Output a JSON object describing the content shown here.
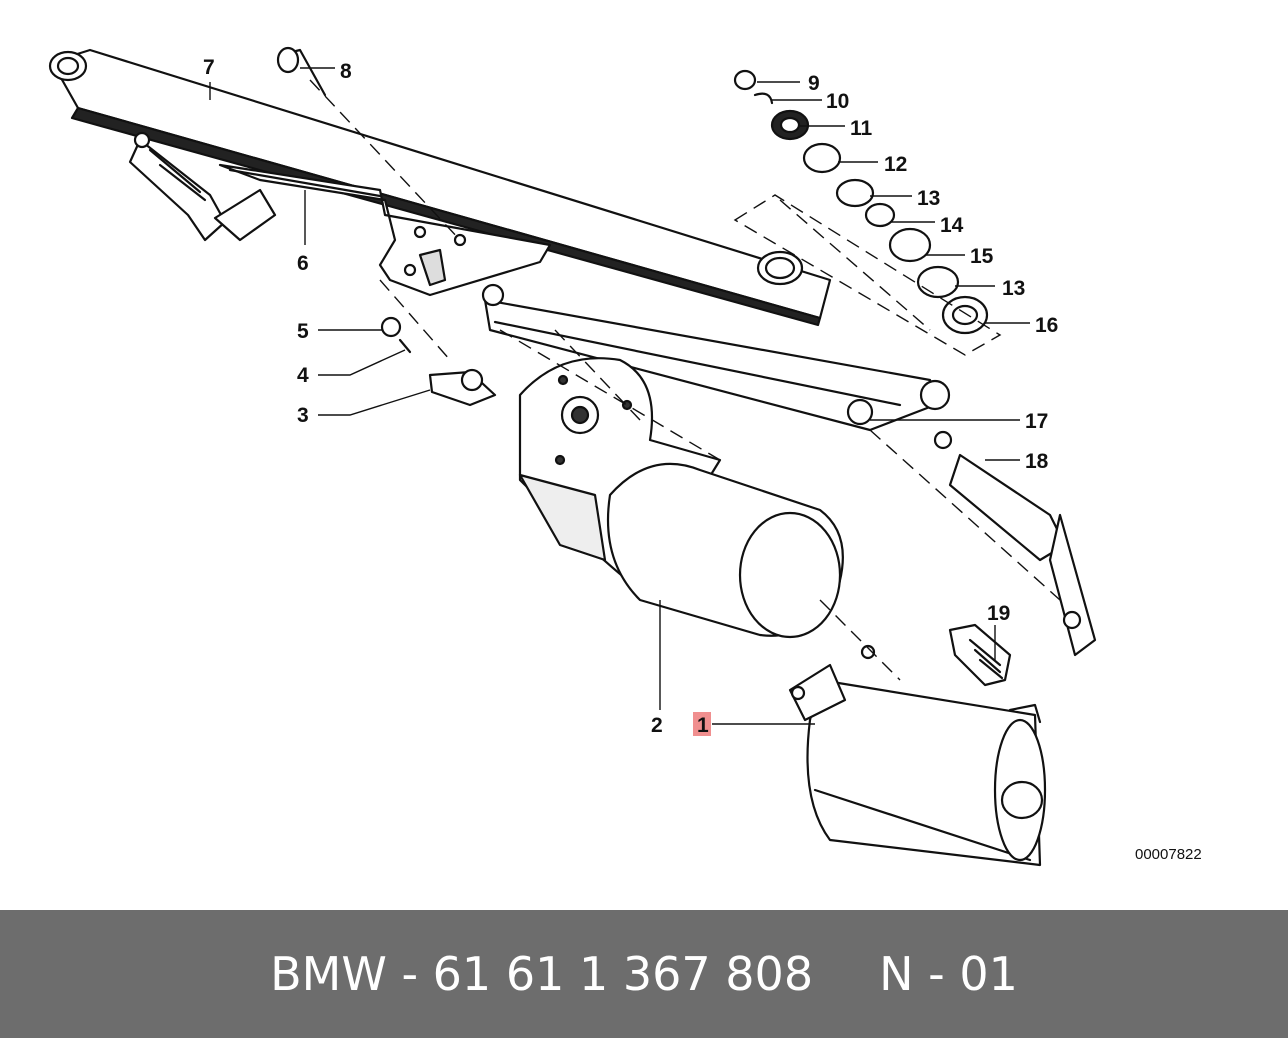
{
  "diagram": {
    "callouts": [
      "1",
      "2",
      "3",
      "4",
      "5",
      "6",
      "7",
      "8",
      "9",
      "10",
      "11",
      "12",
      "13",
      "14",
      "15",
      "13",
      "16",
      "17",
      "18",
      "19"
    ],
    "highlight_color": "#f08f8f",
    "reference_number": "00007822"
  },
  "footer": {
    "part_text": "BMW - 61 61 1 367 808",
    "position_text": "N - 01",
    "background": "#6d6d6d"
  }
}
